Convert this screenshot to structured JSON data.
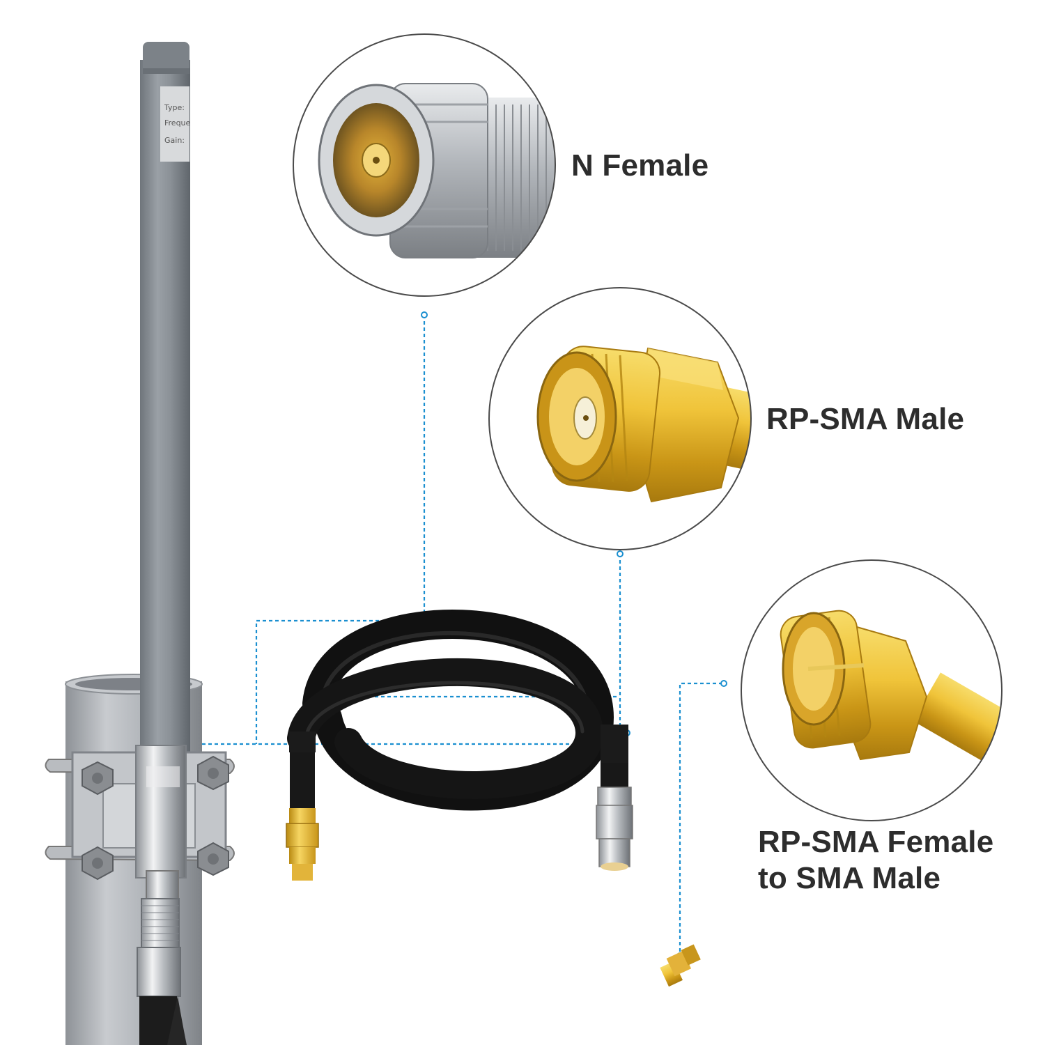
{
  "labels": {
    "n_female": "N Female",
    "rp_sma_male": "RP-SMA Male",
    "adapter_line1": "RP-SMA Female",
    "adapter_line2": "to SMA Male"
  },
  "antenna_sticker": {
    "line1": "Type:",
    "line2": "Freque",
    "line3": "Gain:"
  },
  "colors": {
    "background": "#ffffff",
    "label_text": "#2d2d2d",
    "connector_line": "#1a8fd0",
    "antenna": "#8a9096",
    "gold": "#e8b92a",
    "nickel": "#c9cdd1",
    "cable": "#1a1a1a",
    "pole": "#a9adb2"
  }
}
